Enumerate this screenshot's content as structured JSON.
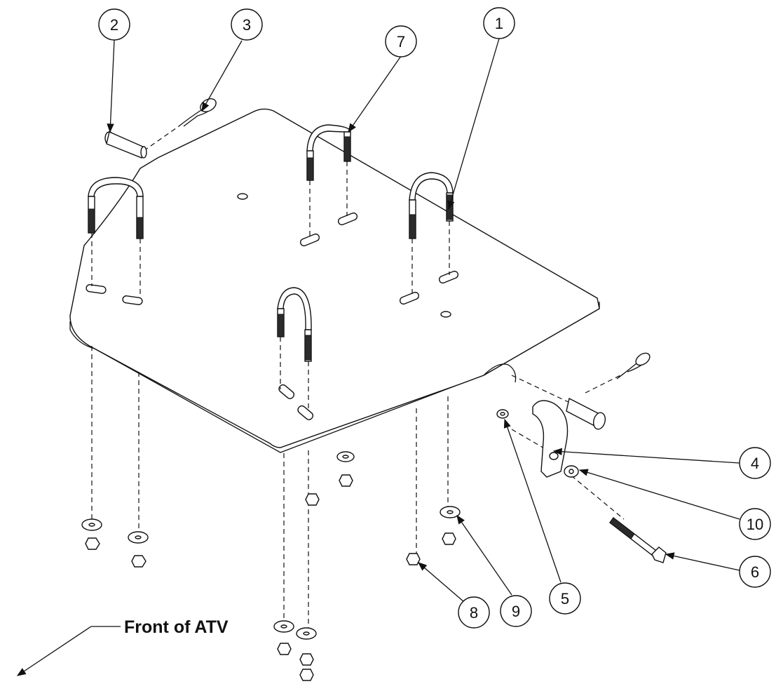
{
  "diagram": {
    "front_label": "Front of ATV",
    "callouts": [
      "2",
      "3",
      "7",
      "1",
      "4",
      "10",
      "6",
      "5",
      "9",
      "8"
    ]
  }
}
